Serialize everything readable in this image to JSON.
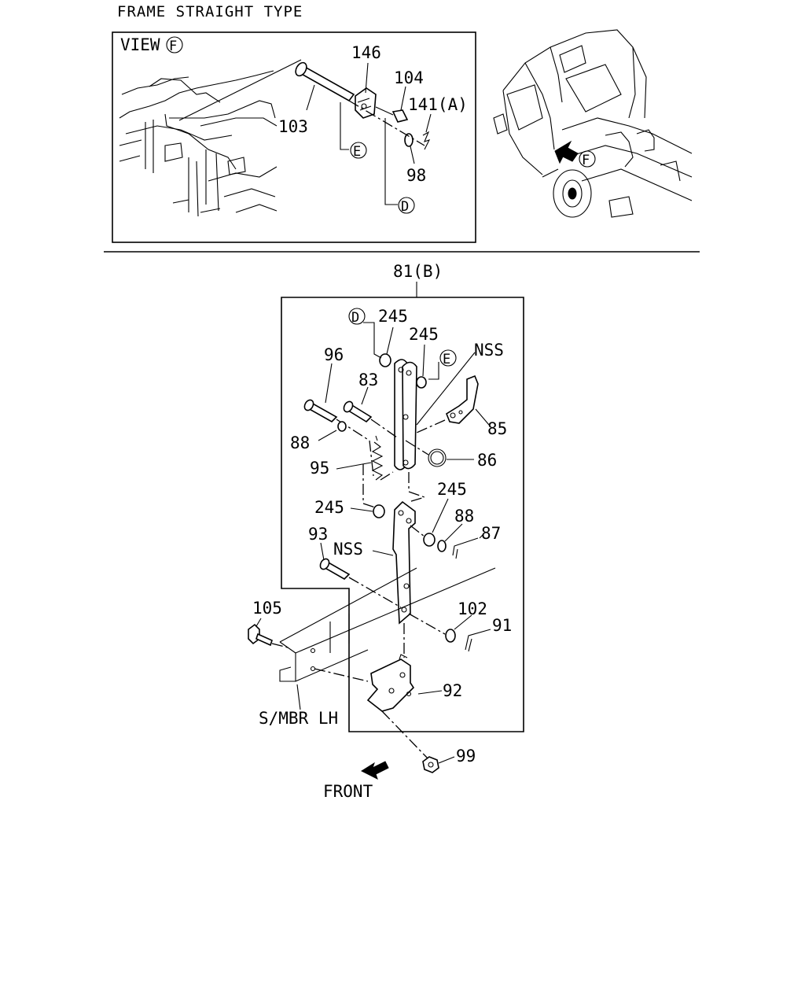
{
  "title": "FRAME STRAIGHT TYPE",
  "view": {
    "label": "VIEW",
    "marker": "F"
  },
  "circle_refs": {
    "d": "D",
    "e": "E",
    "f": "F"
  },
  "callouts": {
    "c146": "146",
    "c104": "104",
    "c141": "141(A)",
    "c103": "103",
    "c98": "98",
    "c81": "81(B)",
    "c245a": "245",
    "c245b": "245",
    "nss_upper": "NSS",
    "c96": "96",
    "c83": "83",
    "c85": "85",
    "c88a": "88",
    "c86": "86",
    "c95": "95",
    "c245c": "245",
    "c245d": "245",
    "c88b": "88",
    "c87": "87",
    "c93": "93",
    "nss_lower": "NSS",
    "c105": "105",
    "c102": "102",
    "c91": "91",
    "c92": "92",
    "c99": "99"
  },
  "frame_label": "S/MBR LH",
  "direction_label": "FRONT"
}
